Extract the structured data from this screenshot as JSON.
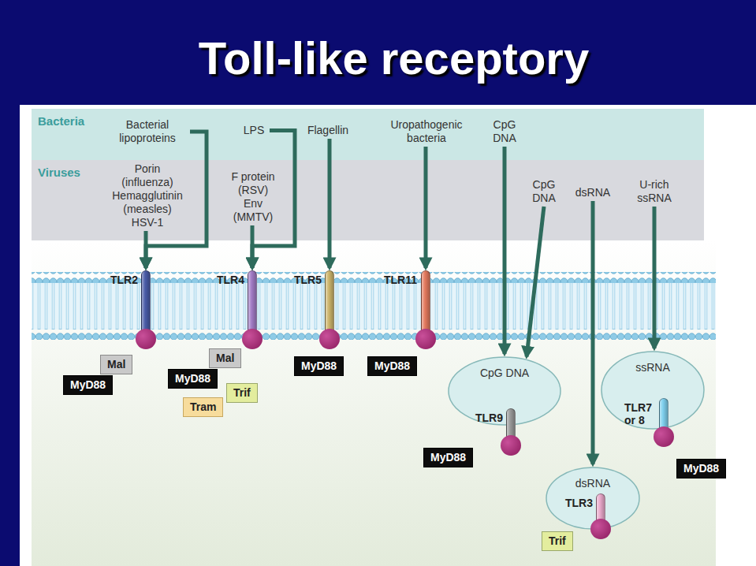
{
  "diagram": {
    "title": "Toll-like receptory",
    "nodes": [
      {
        "text": [
          "Bacteria"
        ]
      },
      {
        "text": [
          "Bacterial lipoproteins"
        ],
        "in": 0
      },
      {
        "text": [
          "LPS"
        ],
        "in": 0
      },
      {
        "text": [
          "Flagellin"
        ],
        "in": 0
      },
      {
        "text": [
          "Uropathogenic bacteria"
        ],
        "in": 0
      },
      {
        "text": [
          "CpG DNA"
        ],
        "in": 0
      },
      {
        "text": [
          "Viruses"
        ]
      },
      {
        "text": [
          "Porin (influenza)",
          "Hemagglutinin (measles)",
          "HSV-1"
        ],
        "in": 6
      },
      {
        "text": [
          "F protein (RSV)",
          "Env (MMTV)"
        ],
        "in": 6
      },
      {
        "text": [
          "CpG DNA"
        ],
        "in": 6
      },
      {
        "text": [
          "dsRNA"
        ],
        "in": 6
      },
      {
        "text": [
          "U-rich ssRNA"
        ],
        "in": 6
      },
      {
        "text": [
          "TLR2"
        ]
      },
      {
        "text": [
          "TLR4"
        ]
      },
      {
        "text": [
          "TLR5"
        ]
      },
      {
        "text": [
          "TLR11"
        ]
      },
      {
        "text": [
          "CpG DNA"
        ]
      },
      {
        "text": [
          "TLR9"
        ],
        "in": 16
      },
      {
        "text": [
          "ssRNA"
        ]
      },
      {
        "text": [
          "TLR7 or 8"
        ],
        "in": 18
      },
      {
        "text": [
          "dsRNA"
        ]
      },
      {
        "text": [
          "TLR3"
        ],
        "in": 20
      },
      {
        "text": [
          "Mal"
        ]
      },
      {
        "text": [
          "MyD88"
        ]
      },
      {
        "text": [
          "Mal"
        ]
      },
      {
        "text": [
          "MyD88"
        ]
      },
      {
        "text": [
          "Trif"
        ]
      },
      {
        "text": [
          "Tram"
        ]
      },
      {
        "text": [
          "MyD88"
        ]
      },
      {
        "text": [
          "MyD88"
        ]
      },
      {
        "text": [
          "MyD88"
        ]
      },
      {
        "text": [
          "MyD88"
        ]
      },
      {
        "text": [
          "Trif"
        ]
      }
    ],
    "edges": [
      {
        "from": 1,
        "to": 12,
        "arrow": "to"
      },
      {
        "from": 7,
        "to": 12,
        "arrow": "to"
      },
      {
        "from": 2,
        "to": 13,
        "arrow": "to"
      },
      {
        "from": 8,
        "to": 13,
        "arrow": "to"
      },
      {
        "from": 3,
        "to": 14,
        "arrow": "to"
      },
      {
        "from": 4,
        "to": 15,
        "arrow": "to"
      },
      {
        "from": 5,
        "to": 16,
        "arrow": "to"
      },
      {
        "from": 9,
        "to": 16,
        "arrow": "to"
      },
      {
        "from": 10,
        "to": 20,
        "arrow": "to"
      },
      {
        "from": 11,
        "to": 18,
        "arrow": "to"
      }
    ]
  }
}
